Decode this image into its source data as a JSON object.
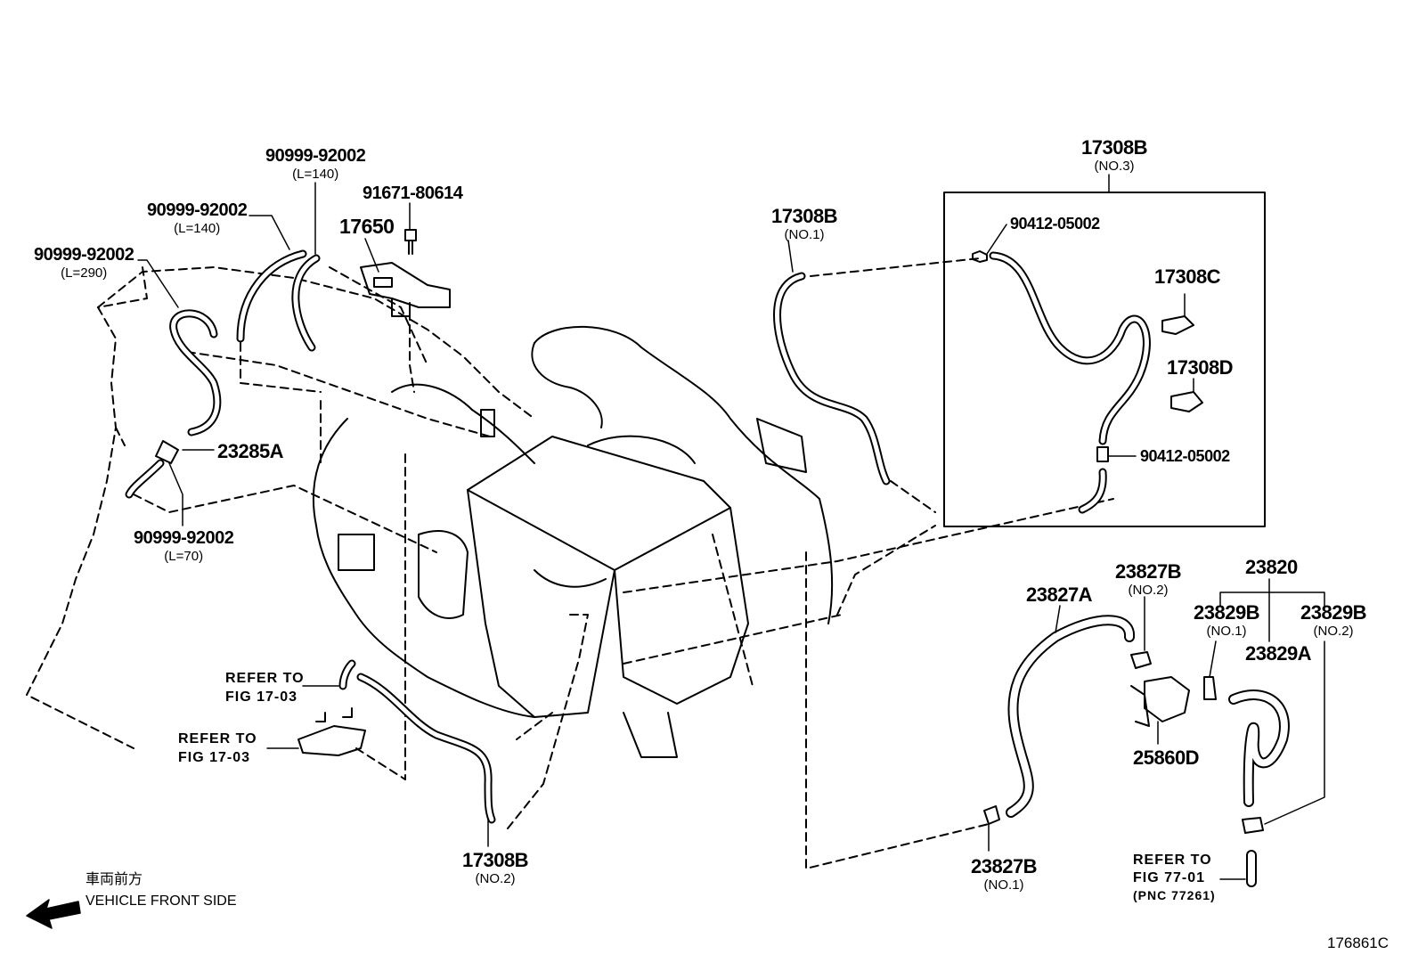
{
  "diagram_id": "176861C",
  "front_side": {
    "jp": "車両前方",
    "en": "VEHICLE FRONT SIDE"
  },
  "labels": {
    "hose_140_a": {
      "part": "90999-92002",
      "spec": "(L=140)"
    },
    "hose_140_b": {
      "part": "90999-92002",
      "spec": "(L=140)"
    },
    "hose_290": {
      "part": "90999-92002",
      "spec": "(L=290)"
    },
    "hose_70": {
      "part": "90999-92002",
      "spec": "(L=70)"
    },
    "bolt": {
      "part": "91671-80614"
    },
    "vsv": {
      "part": "17650"
    },
    "filter": {
      "part": "23285A"
    },
    "hose_no1": {
      "part": "17308B",
      "spec": "(NO.1)"
    },
    "hose_no2": {
      "part": "17308B",
      "spec": "(NO.2)"
    },
    "hose_no3": {
      "part": "17308B",
      "spec": "(NO.3)"
    },
    "clip_top": {
      "part": "90412-05002"
    },
    "clip_bottom": {
      "part": "90412-05002"
    },
    "clamp_c": {
      "part": "17308C"
    },
    "clamp_d": {
      "part": "17308D"
    },
    "hose_23827a": {
      "part": "23827A"
    },
    "clamp_23827b_no2": {
      "part": "23827B",
      "spec": "(NO.2)"
    },
    "clamp_23827b_no1": {
      "part": "23827B",
      "spec": "(NO.1)"
    },
    "valve_25860d": {
      "part": "25860D"
    },
    "assy_23820": {
      "part": "23820"
    },
    "clamp_23829b_no1": {
      "part": "23829B",
      "spec": "(NO.1)"
    },
    "clamp_23829b_no2": {
      "part": "23829B",
      "spec": "(NO.2)"
    },
    "hose_23829a": {
      "part": "23829A"
    },
    "refer_17_03_a": {
      "line1": "REFER TO",
      "line2": "FIG 17-03"
    },
    "refer_17_03_b": {
      "line1": "REFER TO",
      "line2": "FIG 17-03"
    },
    "refer_77_01": {
      "line1": "REFER TO",
      "line2": "FIG 77-01",
      "line3": "(PNC 77261)"
    }
  }
}
